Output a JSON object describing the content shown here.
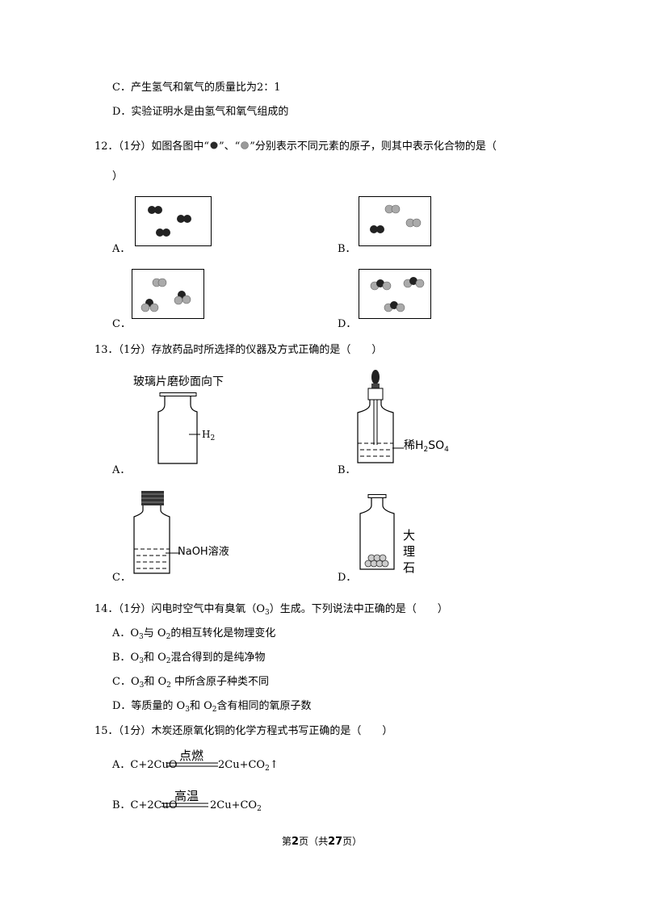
{
  "q11": {
    "optC": "C．产生氢气和氧气的质量比为2：1",
    "optD": "D．实验证明水是由氢气和氧气组成的"
  },
  "q12": {
    "line1_a": "12．（1分）如图各图中“",
    "line1_b": "”、“",
    "line1_c": "”分别表示不同元素的原子，则其中表示化合物的是（",
    "line2": "）",
    "labels": [
      "A．",
      "B．",
      "C．",
      "D．"
    ]
  },
  "q13": {
    "stem": "13．（1分）存放药品时所选择的仪器及方式正确的是（　　）",
    "labels": [
      "A．",
      "B．",
      "C．",
      "D．"
    ],
    "a_caption": "玻璃片磨砂面向下",
    "a_gas": "H",
    "a_gas_sub": "2",
    "b_label_main": "稀H",
    "b_label_sub1": "2",
    "b_label_mid": "SO",
    "b_label_sub2": "4",
    "c_label": "NaOH溶液",
    "d_label_chars": [
      "大",
      "理",
      "石"
    ]
  },
  "q14": {
    "stem_a": "14．（1分）闪电时空气中有臭氧（O",
    "stem_sub": "3",
    "stem_b": "）生成。下列说法中正确的是（　　）",
    "optA": {
      "p1": "A．O",
      "s1": "3",
      "p2": "与 O",
      "s2": "2",
      "p3": "的相互转化是物理变化"
    },
    "optB": {
      "p1": "B．O",
      "s1": "3",
      "p2": "和 O",
      "s2": "2",
      "p3": "混合得到的是纯净物"
    },
    "optC": {
      "p1": "C．O",
      "s1": "3",
      "p2": "和 O",
      "s2": "2",
      "p3": " 中所含原子种类不同"
    },
    "optD": {
      "p1": "D．等质量的 O",
      "s1": "3",
      "p2": "和 O",
      "s2": "2",
      "p3": "含有相同的氧原子数"
    }
  },
  "q15": {
    "stem": "15．（1分）木炭还原氧化铜的化学方程式书写正确的是（　　）",
    "optA": {
      "left": "A．C+2CuO",
      "cond": "点燃",
      "right": "2Cu+CO",
      "sub": "2",
      "tail": "↑"
    },
    "optB": {
      "left": "B．C+2CuO",
      "cond": "高温",
      "right": "2Cu+CO",
      "sub": "2"
    }
  },
  "footer": {
    "p1": "第",
    "page": "2",
    "p2": "页（共",
    "total": "27",
    "p3": "页）"
  }
}
